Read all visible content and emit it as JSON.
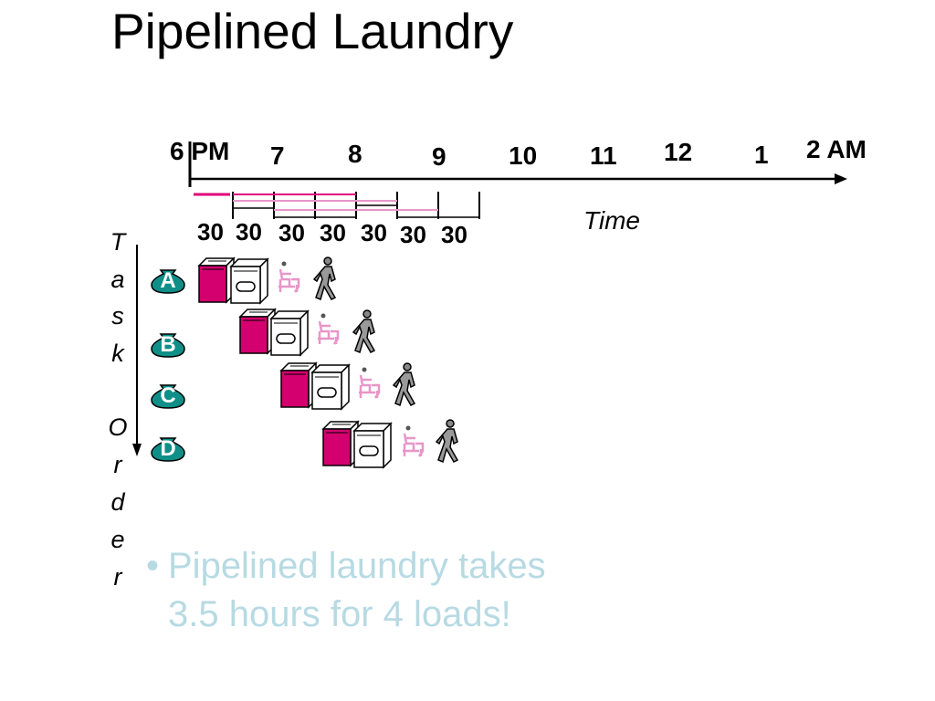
{
  "title": "Pipelined Laundry",
  "timeline": {
    "hours": [
      "6 PM",
      "7",
      "8",
      "9",
      "10",
      "11",
      "12",
      "1",
      "2 AM"
    ],
    "durations": [
      "30",
      "30",
      "30",
      "30",
      "30",
      "30",
      "30"
    ],
    "axis_label": "Time"
  },
  "task_order_label": [
    "T",
    "a",
    "s",
    "k",
    "O",
    "r",
    "d",
    "e",
    "r"
  ],
  "tasks": [
    "A",
    "B",
    "C",
    "D"
  ],
  "stage_icons": [
    "washer-icon",
    "dryer-icon",
    "folder-person-icon",
    "walking-person-icon"
  ],
  "colors": {
    "washer": "#d4006f",
    "folder": "#e896c8",
    "badge": "#0f8f88",
    "bullet_text": "#b7dae3"
  },
  "bullet": {
    "marker": "•",
    "line1": "Pipelined laundry takes",
    "line2": "3.5 hours for 4 loads!"
  }
}
